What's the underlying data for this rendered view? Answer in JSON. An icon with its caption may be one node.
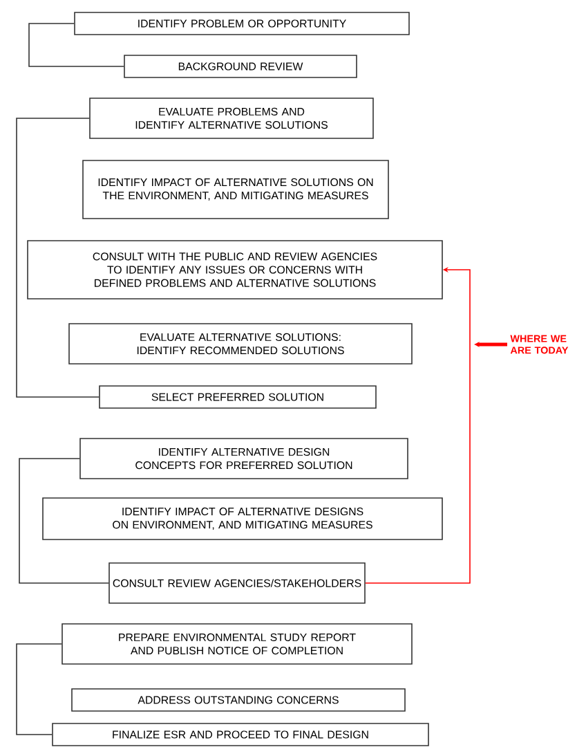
{
  "diagram": {
    "nodes": [
      {
        "text": [
          "IDENTIFY PROBLEM OR OPPORTUNITY"
        ]
      },
      {
        "text": [
          "BACKGROUND REVIEW"
        ]
      },
      {
        "text": [
          "EVALUATE PROBLEMS AND IDENTIFY ALTERNATIVE SOLUTIONS"
        ]
      },
      {
        "text": [
          "IDENTIFY IMPACT OF ALTERNATIVE SOLUTIONS ON THE ENVIRONMENT, AND MITIGATING MEASURES"
        ]
      },
      {
        "text": [
          "CONSULT WITH THE PUBLIC AND REVIEW AGENCIES TO IDENTIFY ANY ISSUES OR CONCERNS WITH DEFINED PROBLEMS AND ALTERNATIVE SOLUTIONS"
        ]
      },
      {
        "text": [
          "EVALUATE ALTERNATIVE SOLUTIONS: IDENTIFY RECOMMENDED SOLUTIONS"
        ]
      },
      {
        "text": [
          "SELECT PREFERRED SOLUTION"
        ]
      },
      {
        "text": [
          "IDENTIFY ALTERNATIVE DESIGN CONCEPTS FOR PREFERRED SOLUTION"
        ]
      },
      {
        "text": [
          "IDENTIFY IMPACT OF ALTERNATIVE DESIGNS ON ENVIRONMENT, AND MITIGATING MEASURES"
        ]
      },
      {
        "text": [
          "CONSULT REVIEW AGENCIES/STAKEHOLDERS"
        ]
      },
      {
        "text": [
          "PREPARE ENVIRONMENTAL STUDY REPORT AND PUBLISH NOTICE OF COMPLETION"
        ]
      },
      {
        "text": [
          "ADDRESS OUTSTANDING CONCERNS"
        ]
      },
      {
        "text": [
          "FINALIZE ESR AND PROCEED TO FINAL DESIGN"
        ]
      },
      {
        "text": [
          "WHERE WE ARE TODAY"
        ]
      }
    ],
    "edges": [
      {
        "from": 0,
        "to": 1,
        "arrow": "none"
      },
      {
        "from": 2,
        "to": 6,
        "arrow": "none"
      },
      {
        "from": 7,
        "to": 9,
        "arrow": "none"
      },
      {
        "from": 10,
        "to": 12,
        "arrow": "none"
      },
      {
        "from": 9,
        "to": 4,
        "arrow": "to",
        "color": "#ff0000"
      },
      {
        "from": 13,
        "to": null,
        "arrow": "to",
        "style": "thick",
        "color": "#ff0000"
      }
    ]
  }
}
